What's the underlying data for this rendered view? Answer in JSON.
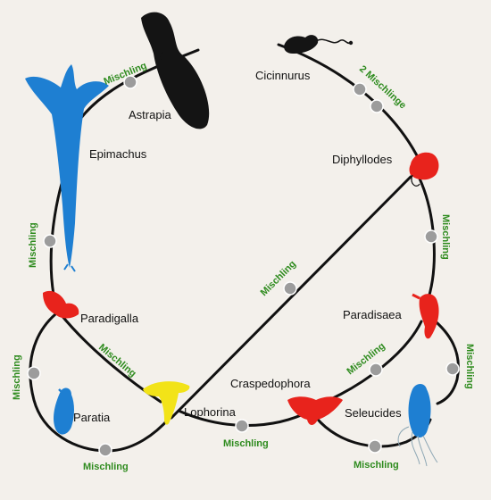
{
  "genera": {
    "astrapia": "Astrapia",
    "epimachus": "Epimachus",
    "cicinnurus": "Cicinnurus",
    "diphyllodes": "Diphyllodes",
    "paradigalla": "Paradigalla",
    "paradisaea": "Paradisaea",
    "craspedophora": "Craspedophora",
    "paratia": "Paratia",
    "lophorina": "Lophorina",
    "seleucides": "Seleucides"
  },
  "hybrid_labels": {
    "astrapia_epimachus": "Mischling",
    "cicinnurus_diphyllodes": "2 Mischlinge",
    "epimachus_paradigalla": "Mischling",
    "diphyllodes_lophorina": "Mischling",
    "diphyllodes_paradisaea": "Mischling",
    "paradigalla_lophorina": "Mischling",
    "paradigalla_paratia": "Mischling",
    "paradisaea_craspedophora": "Mischling",
    "paradisaea_seleucides": "Mischling",
    "lophorina_craspedophora": "Mischling",
    "paratia_lophorina": "Mischling",
    "craspedophora_seleucides": "Mischling"
  },
  "colors": {
    "link": "#111111",
    "hybrid_text": "#2e8b1e",
    "hybrid_node": "#9c9c9c",
    "bird_black": "#141414",
    "bird_blue": "#1e7fd2",
    "bird_red": "#e8231c",
    "bird_yellow": "#f2e318"
  }
}
